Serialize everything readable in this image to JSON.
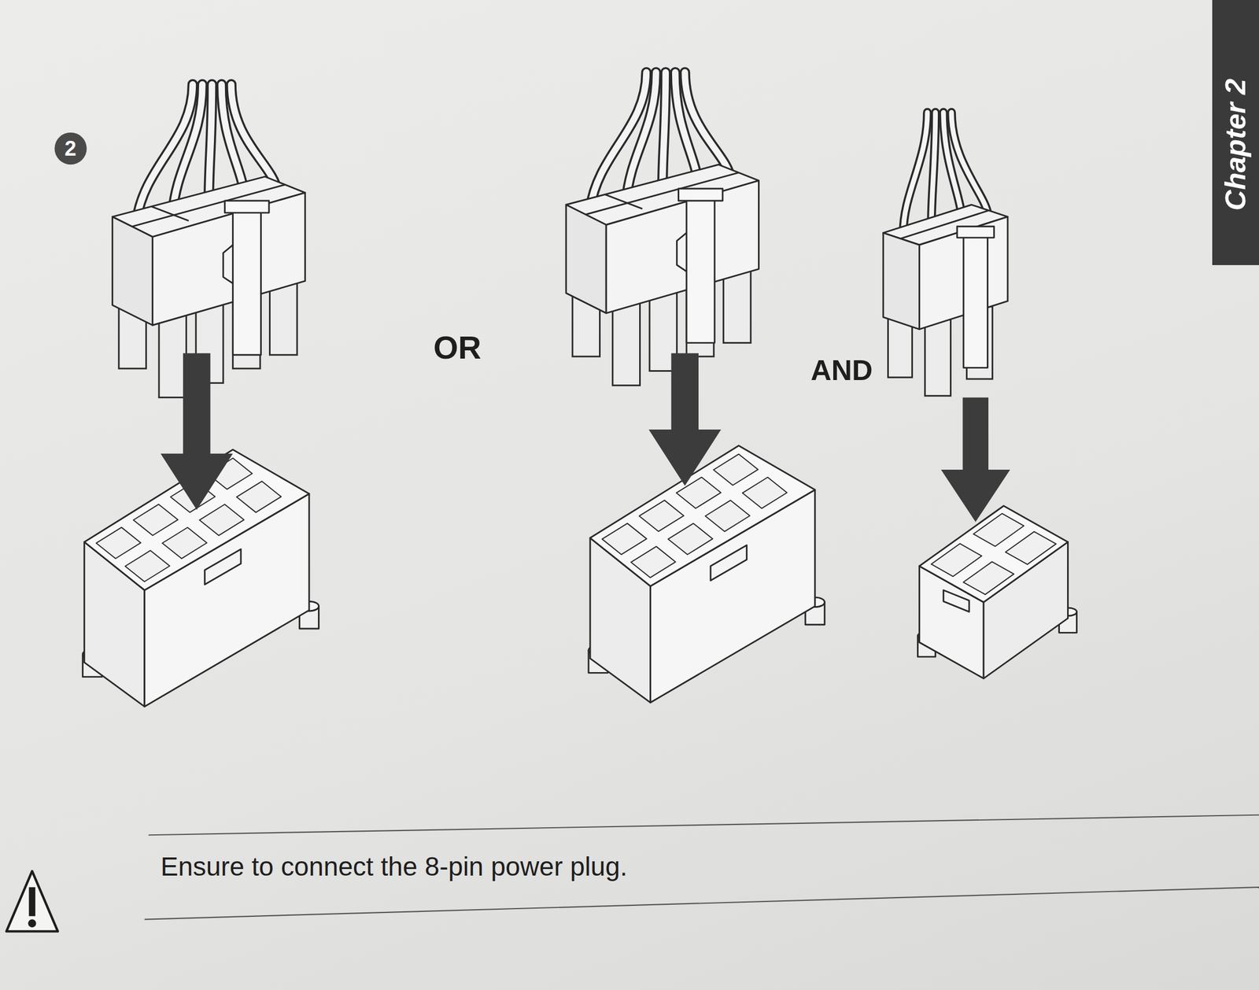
{
  "diagram": {
    "labels": [
      "Chapter 2",
      "2",
      "OR",
      "AND",
      "Ensure to connect the 8-pin power plug."
    ]
  }
}
